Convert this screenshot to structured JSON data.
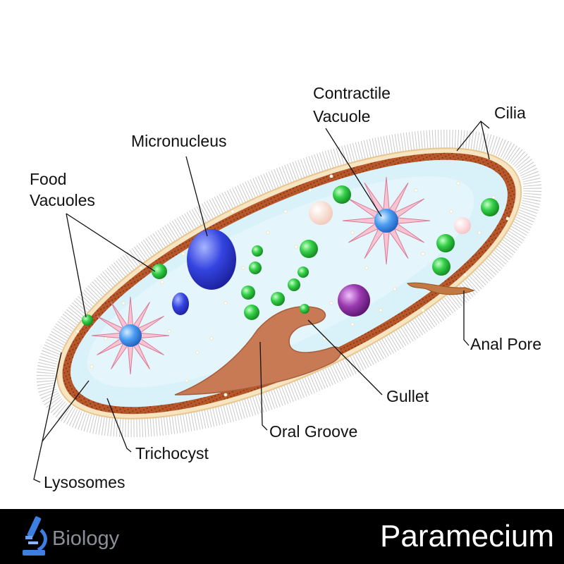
{
  "diagram": {
    "labels": {
      "contractile_vacuole_1": "Contractile",
      "contractile_vacuole_2": "Vacuole",
      "cilia": "Cilia",
      "micronucleus": "Micronucleus",
      "food_vacuoles_1": "Food",
      "food_vacuoles_2": "Vacuoles",
      "anal_pore": "Anal Pore",
      "gullet": "Gullet",
      "oral_groove": "Oral Groove",
      "trichocyst": "Trichocyst",
      "lysosomes": "Lysosomes"
    }
  },
  "footer": {
    "category": "Biology",
    "title": "Paramecium",
    "icon": "microscope-icon"
  },
  "colors": {
    "cytoplasm": "#d9f1f9",
    "membrane": "#b8572a",
    "ectoplasm": "#f5d9a8",
    "macronucleus": "#2e3fd8",
    "food_vacuole": "#2bbf3a",
    "contractile_star": "#f7b6c9",
    "contractile_center": "#3e8fe8",
    "gullet": "#c87a55",
    "purple_vacuole": "#8c2a9a",
    "footer_bg": "#000000"
  }
}
